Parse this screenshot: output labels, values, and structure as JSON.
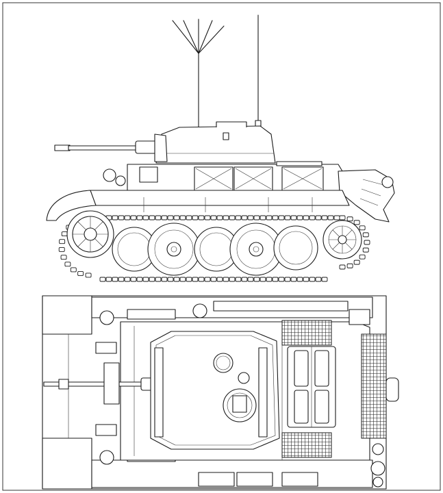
{
  "figure": {
    "subject": "light-tank-technical-drawing",
    "views": [
      "side-view",
      "top-view"
    ],
    "line_color": "#1a1a1a",
    "background": "#ffffff",
    "frame": true
  },
  "side_view": {
    "road_wheels": 5,
    "return_rollers": 0,
    "drive_sprocket": "front",
    "idler": "rear",
    "antennas": 2
  },
  "top_view": {
    "engine_grilles": 3,
    "hatches": 2
  }
}
